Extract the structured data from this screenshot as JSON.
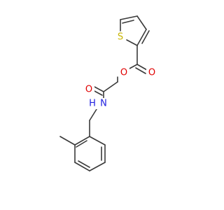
{
  "molecule": {
    "atoms": {
      "sulfur": {
        "symbol": "S",
        "color": "#c8b400"
      },
      "ester_oxygen": {
        "symbol": "O",
        "color": "#e00000"
      },
      "ester_carbonyl_oxygen": {
        "symbol": "O",
        "color": "#e00000"
      },
      "amide_carbonyl_oxygen": {
        "symbol": "O",
        "color": "#e00000"
      },
      "amide_nitrogen": {
        "symbol": "N",
        "color": "#2020e0"
      },
      "amide_hydrogen": {
        "symbol": "H",
        "color": "#2020e0"
      }
    },
    "bond_color": "#3a3a3a",
    "background": "#ffffff"
  }
}
